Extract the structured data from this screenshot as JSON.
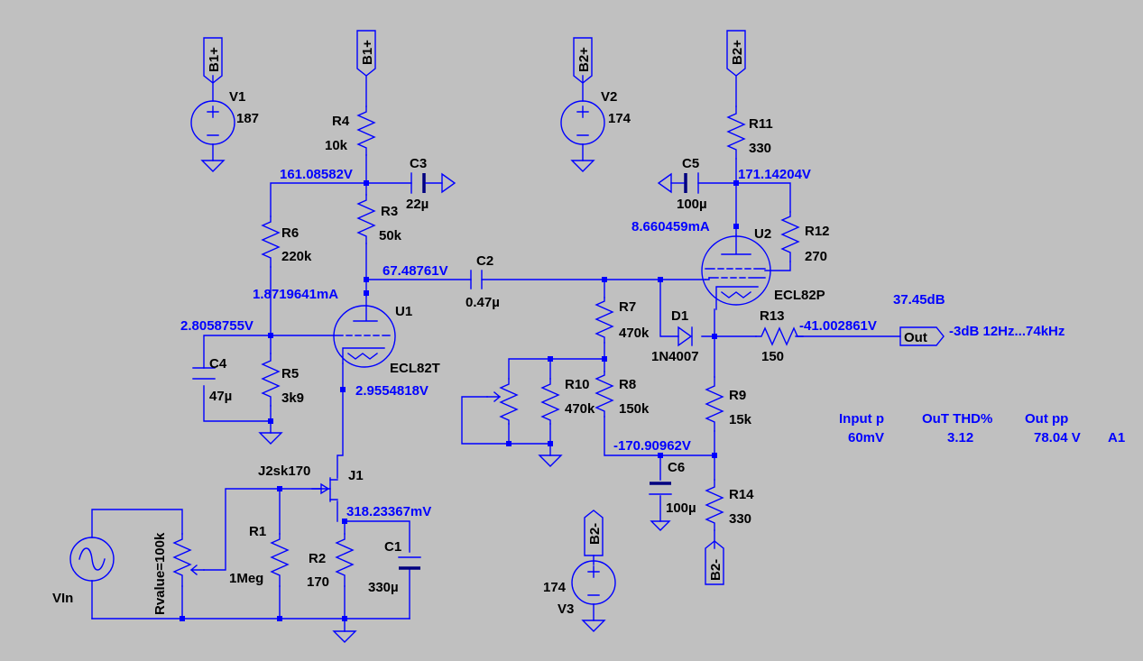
{
  "components": {
    "V1": {
      "name": "V1",
      "value": "187"
    },
    "V2": {
      "name": "V2",
      "value": "174"
    },
    "V3": {
      "name": "V3",
      "value": "174"
    },
    "R1": {
      "name": "R1",
      "value": "1Meg"
    },
    "R2": {
      "name": "R2",
      "value": "170"
    },
    "R3": {
      "name": "R3",
      "value": "50k"
    },
    "R4": {
      "name": "R4",
      "value": "10k"
    },
    "R5": {
      "name": "R5",
      "value": "3k9"
    },
    "R6": {
      "name": "R6",
      "value": "220k"
    },
    "R7": {
      "name": "R7",
      "value": "470k"
    },
    "R8": {
      "name": "R8",
      "value": "150k"
    },
    "R9": {
      "name": "R9",
      "value": "15k"
    },
    "R10": {
      "name": "R10",
      "value": "470k"
    },
    "R11": {
      "name": "R11",
      "value": "330"
    },
    "R12": {
      "name": "R12",
      "value": "270"
    },
    "R13": {
      "name": "R13",
      "value": "150"
    },
    "R14": {
      "name": "R14",
      "value": "330"
    },
    "C1": {
      "name": "C1",
      "value": "330µ"
    },
    "C2": {
      "name": "C2",
      "value": "0.47µ"
    },
    "C3": {
      "name": "C3",
      "value": "22µ"
    },
    "C4": {
      "name": "C4",
      "value": "47µ"
    },
    "C5": {
      "name": "C5",
      "value": "100µ"
    },
    "C6": {
      "name": "C6",
      "value": "100µ"
    },
    "D1": {
      "name": "D1",
      "value": "1N4007"
    },
    "U1": {
      "name": "U1",
      "value": "ECL82T"
    },
    "U2": {
      "name": "U2",
      "value": "ECL82P"
    },
    "J1": {
      "name": "J1",
      "value": "J2sk170"
    },
    "VIn": {
      "name": "VIn"
    },
    "Pot": {
      "value": "Rvalue=100k"
    }
  },
  "ports": {
    "b1p_v1": "B1+",
    "b1p_r4": "B1+",
    "b2p_v2": "B2+",
    "b2p_r11": "B2+",
    "b2m_v3": "B2-",
    "b2m_r14": "B2-",
    "out": "Out"
  },
  "op_points": {
    "n161": "161.08582V",
    "n67": "67.48761V",
    "i187": "1.8719641mA",
    "n2805": "2.8058755V",
    "n2955": "2.9554818V",
    "n318": "318.23367mV",
    "n171": "171.14204V",
    "i866": "8.660459mA",
    "nout": "-41.002861V",
    "nneg": "-170.90962V"
  },
  "annotations": {
    "gain": "37.45dB",
    "bandwidth": "-3dB 12Hz...74kHz",
    "table_headers": [
      "Input p",
      "OuT THD%",
      "Out pp"
    ],
    "table_values": [
      "60mV",
      "3.12",
      "78.04 V"
    ],
    "table_tag": "A1"
  },
  "colors": {
    "background": "#c0c0c0",
    "wire": "#0000ff",
    "label": "#000000",
    "op_point": "#0000ff"
  }
}
